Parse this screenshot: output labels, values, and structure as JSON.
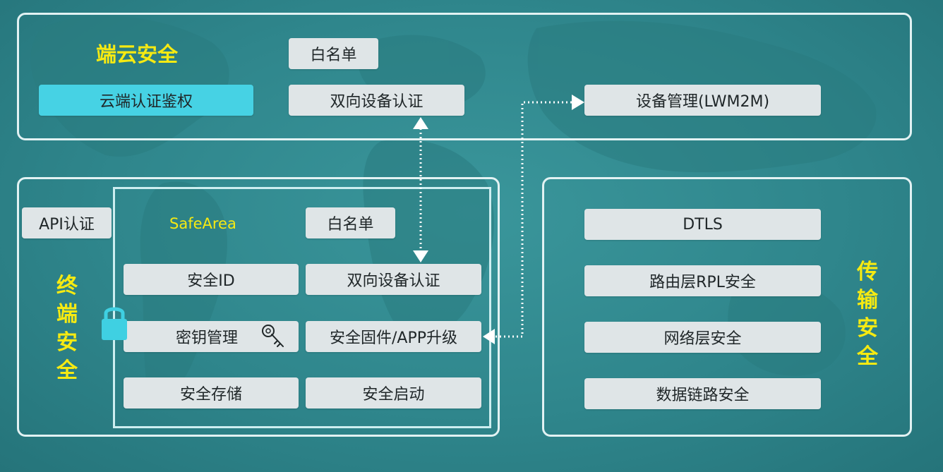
{
  "cloud_section": {
    "title": "端云安全",
    "auth_box": "云端认证鉴权",
    "whitelist": "白名单",
    "mutual_auth": "双向设备认证",
    "device_mgmt": "设备管理(LWM2M)"
  },
  "terminal_section": {
    "title": "终端安全",
    "api_auth": "API认证",
    "safearea_label": "SafeArea",
    "whitelist": "白名单",
    "secure_id": "安全ID",
    "mutual_auth": "双向设备认证",
    "key_mgmt": "密钥管理",
    "firmware_upgrade": "安全固件/APP升级",
    "secure_storage": "安全存储",
    "secure_boot": "安全启动"
  },
  "transport_section": {
    "title": "传输安全",
    "items": [
      "DTLS",
      "路由层RPL安全",
      "网络层安全",
      "数据链路安全"
    ]
  },
  "icons": [
    "lock-icon",
    "key-icon"
  ],
  "colors": {
    "background": "#2f868c",
    "title_yellow": "#f6ea12",
    "box": "#dfe5e7",
    "highlight_box": "#46d2e4",
    "panel_border": "#e2f2f3"
  }
}
